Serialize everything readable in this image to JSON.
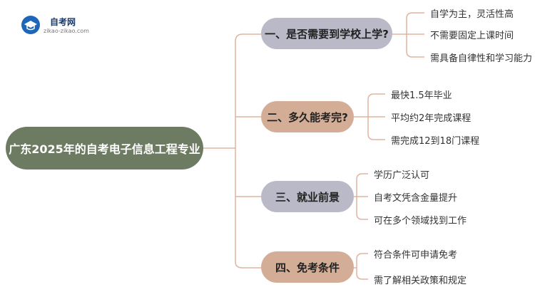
{
  "logo": {
    "title": "自考网",
    "subtitle": "zikao-zikao.com"
  },
  "root": {
    "label": "广东2025年的自考电子信息工程专业"
  },
  "branches": [
    {
      "label": "一、是否需要到学校上学?",
      "leaves": [
        "自学为主，灵活性高",
        "不需要固定上课时间",
        "需具备自律性和学习能力"
      ]
    },
    {
      "label": "二、多久能考完?",
      "leaves": [
        "最快1.5年毕业",
        "平均约2年完成课程",
        "需完成12到18门课程"
      ]
    },
    {
      "label": "三、就业前景",
      "leaves": [
        "学历广泛认可",
        "自考文凭含金量提升",
        "可在多个领域找到工作"
      ]
    },
    {
      "label": "四、免考条件",
      "leaves": [
        "符合条件可申请免考",
        "需了解相关政策和规定"
      ]
    }
  ],
  "colors": {
    "root": "#6e7b63",
    "branch_gray": "#b9b9c7",
    "branch_tan": "#d4ad97",
    "connector": "#e0b4a0"
  }
}
